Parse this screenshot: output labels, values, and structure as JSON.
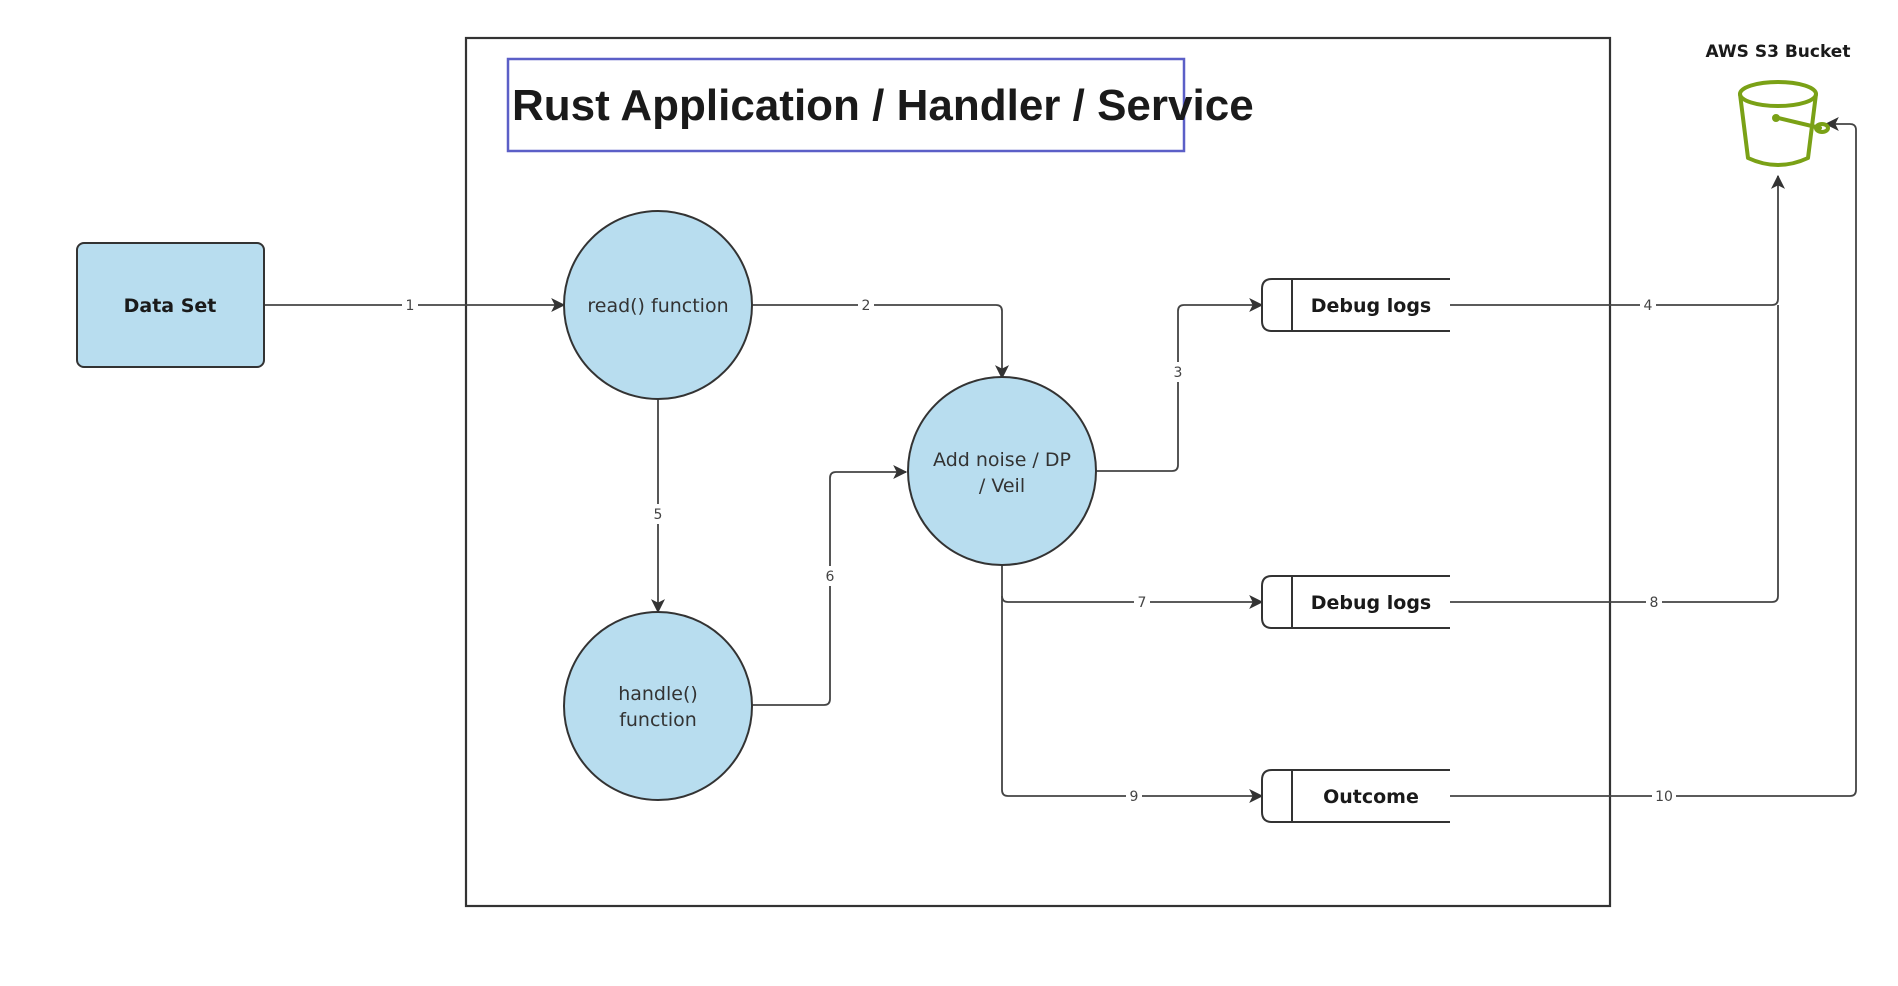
{
  "diagram": {
    "title": "Rust Application / Handler / Service",
    "nodes": {
      "dataset": "Data Set",
      "read": "read() function",
      "handle": [
        "handle()",
        "function"
      ],
      "noise": [
        "Add noise / DP",
        "/ Veil"
      ],
      "debug1": "Debug logs",
      "debug2": "Debug logs",
      "outcome": "Outcome",
      "s3": "AWS S3 Bucket"
    },
    "edges": {
      "e1": "1",
      "e2": "2",
      "e3": "3",
      "e4": "4",
      "e5": "5",
      "e6": "6",
      "e7": "7",
      "e8": "8",
      "e9": "9",
      "e10": "10"
    },
    "colors": {
      "node_fill": "#b8ddef",
      "title_border": "#5b5fc7",
      "bucket": "#7aa116"
    },
    "icons": {
      "s3": "bucket-icon"
    }
  }
}
